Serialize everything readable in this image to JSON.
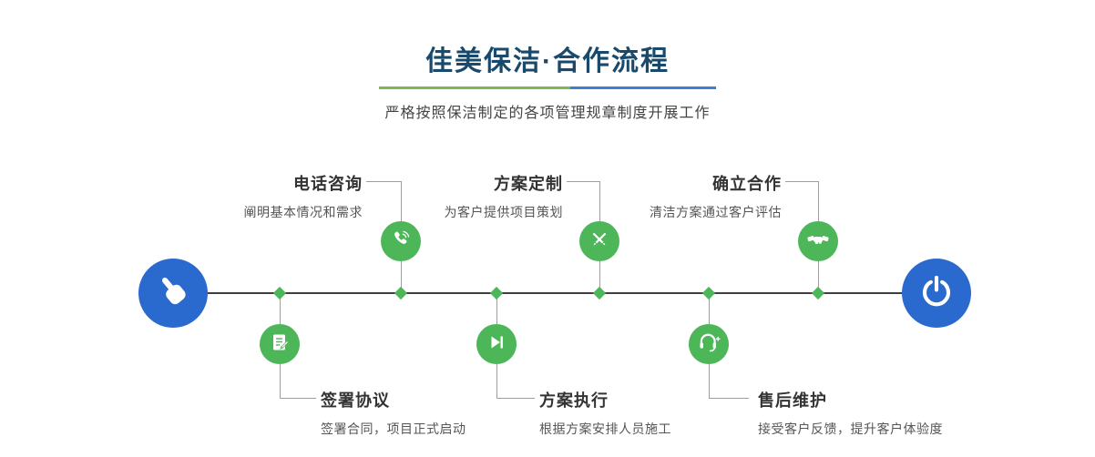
{
  "header": {
    "title": "佳美保洁·合作流程",
    "subtitle": "严格按照保洁制定的各项管理规章制度开展工作"
  },
  "colors": {
    "step_green": "#4cb659",
    "endpoint_blue": "#2a69cd",
    "title_navy": "#1a4a6b",
    "underline_green": "#7cb84e",
    "underline_blue": "#3f7fd2"
  },
  "endpoints": {
    "start_icon": "hand-pointer-icon",
    "end_icon": "power-icon"
  },
  "steps": [
    {
      "id": "phone",
      "title": "电话咨询",
      "desc": "阐明基本情况和需求",
      "icon": "phone-icon",
      "position": "top"
    },
    {
      "id": "sign",
      "title": "签署协议",
      "desc": "签署合同，项目正式启动",
      "icon": "document-pen-icon",
      "position": "bottom"
    },
    {
      "id": "plan",
      "title": "方案定制",
      "desc": "为客户提供项目策划",
      "icon": "pencil-tools-icon",
      "position": "top"
    },
    {
      "id": "execute",
      "title": "方案执行",
      "desc": "根据方案安排人员施工",
      "icon": "play-icon",
      "position": "bottom"
    },
    {
      "id": "cooperate",
      "title": "确立合作",
      "desc": "清洁方案通过客户评估",
      "icon": "handshake-icon",
      "position": "top"
    },
    {
      "id": "aftersale",
      "title": "售后维护",
      "desc": "接受客户反馈，提升客户体验度",
      "icon": "headset-icon",
      "position": "bottom"
    }
  ]
}
